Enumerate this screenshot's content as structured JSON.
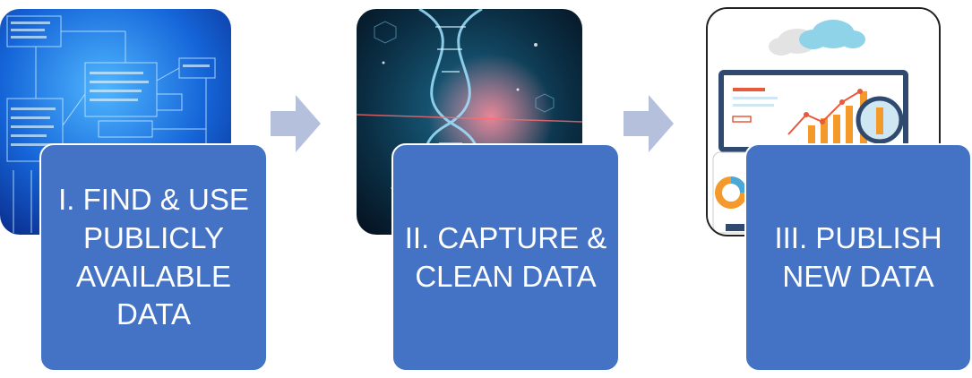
{
  "steps": [
    {
      "label": "I. FIND & USE PUBLICLY AVAILABLE DATA",
      "image": "database-schema-image"
    },
    {
      "label": "II. CAPTURE & CLEAN DATA",
      "image": "dna-helix-image"
    },
    {
      "label": "III. PUBLISH NEW DATA",
      "image": "analytics-dashboard-image"
    }
  ],
  "colors": {
    "box_fill": "#4472c4",
    "arrow_fill": "#b4c0dc",
    "text": "#ffffff"
  },
  "icons": [
    "right-arrow-icon",
    "right-arrow-icon"
  ]
}
